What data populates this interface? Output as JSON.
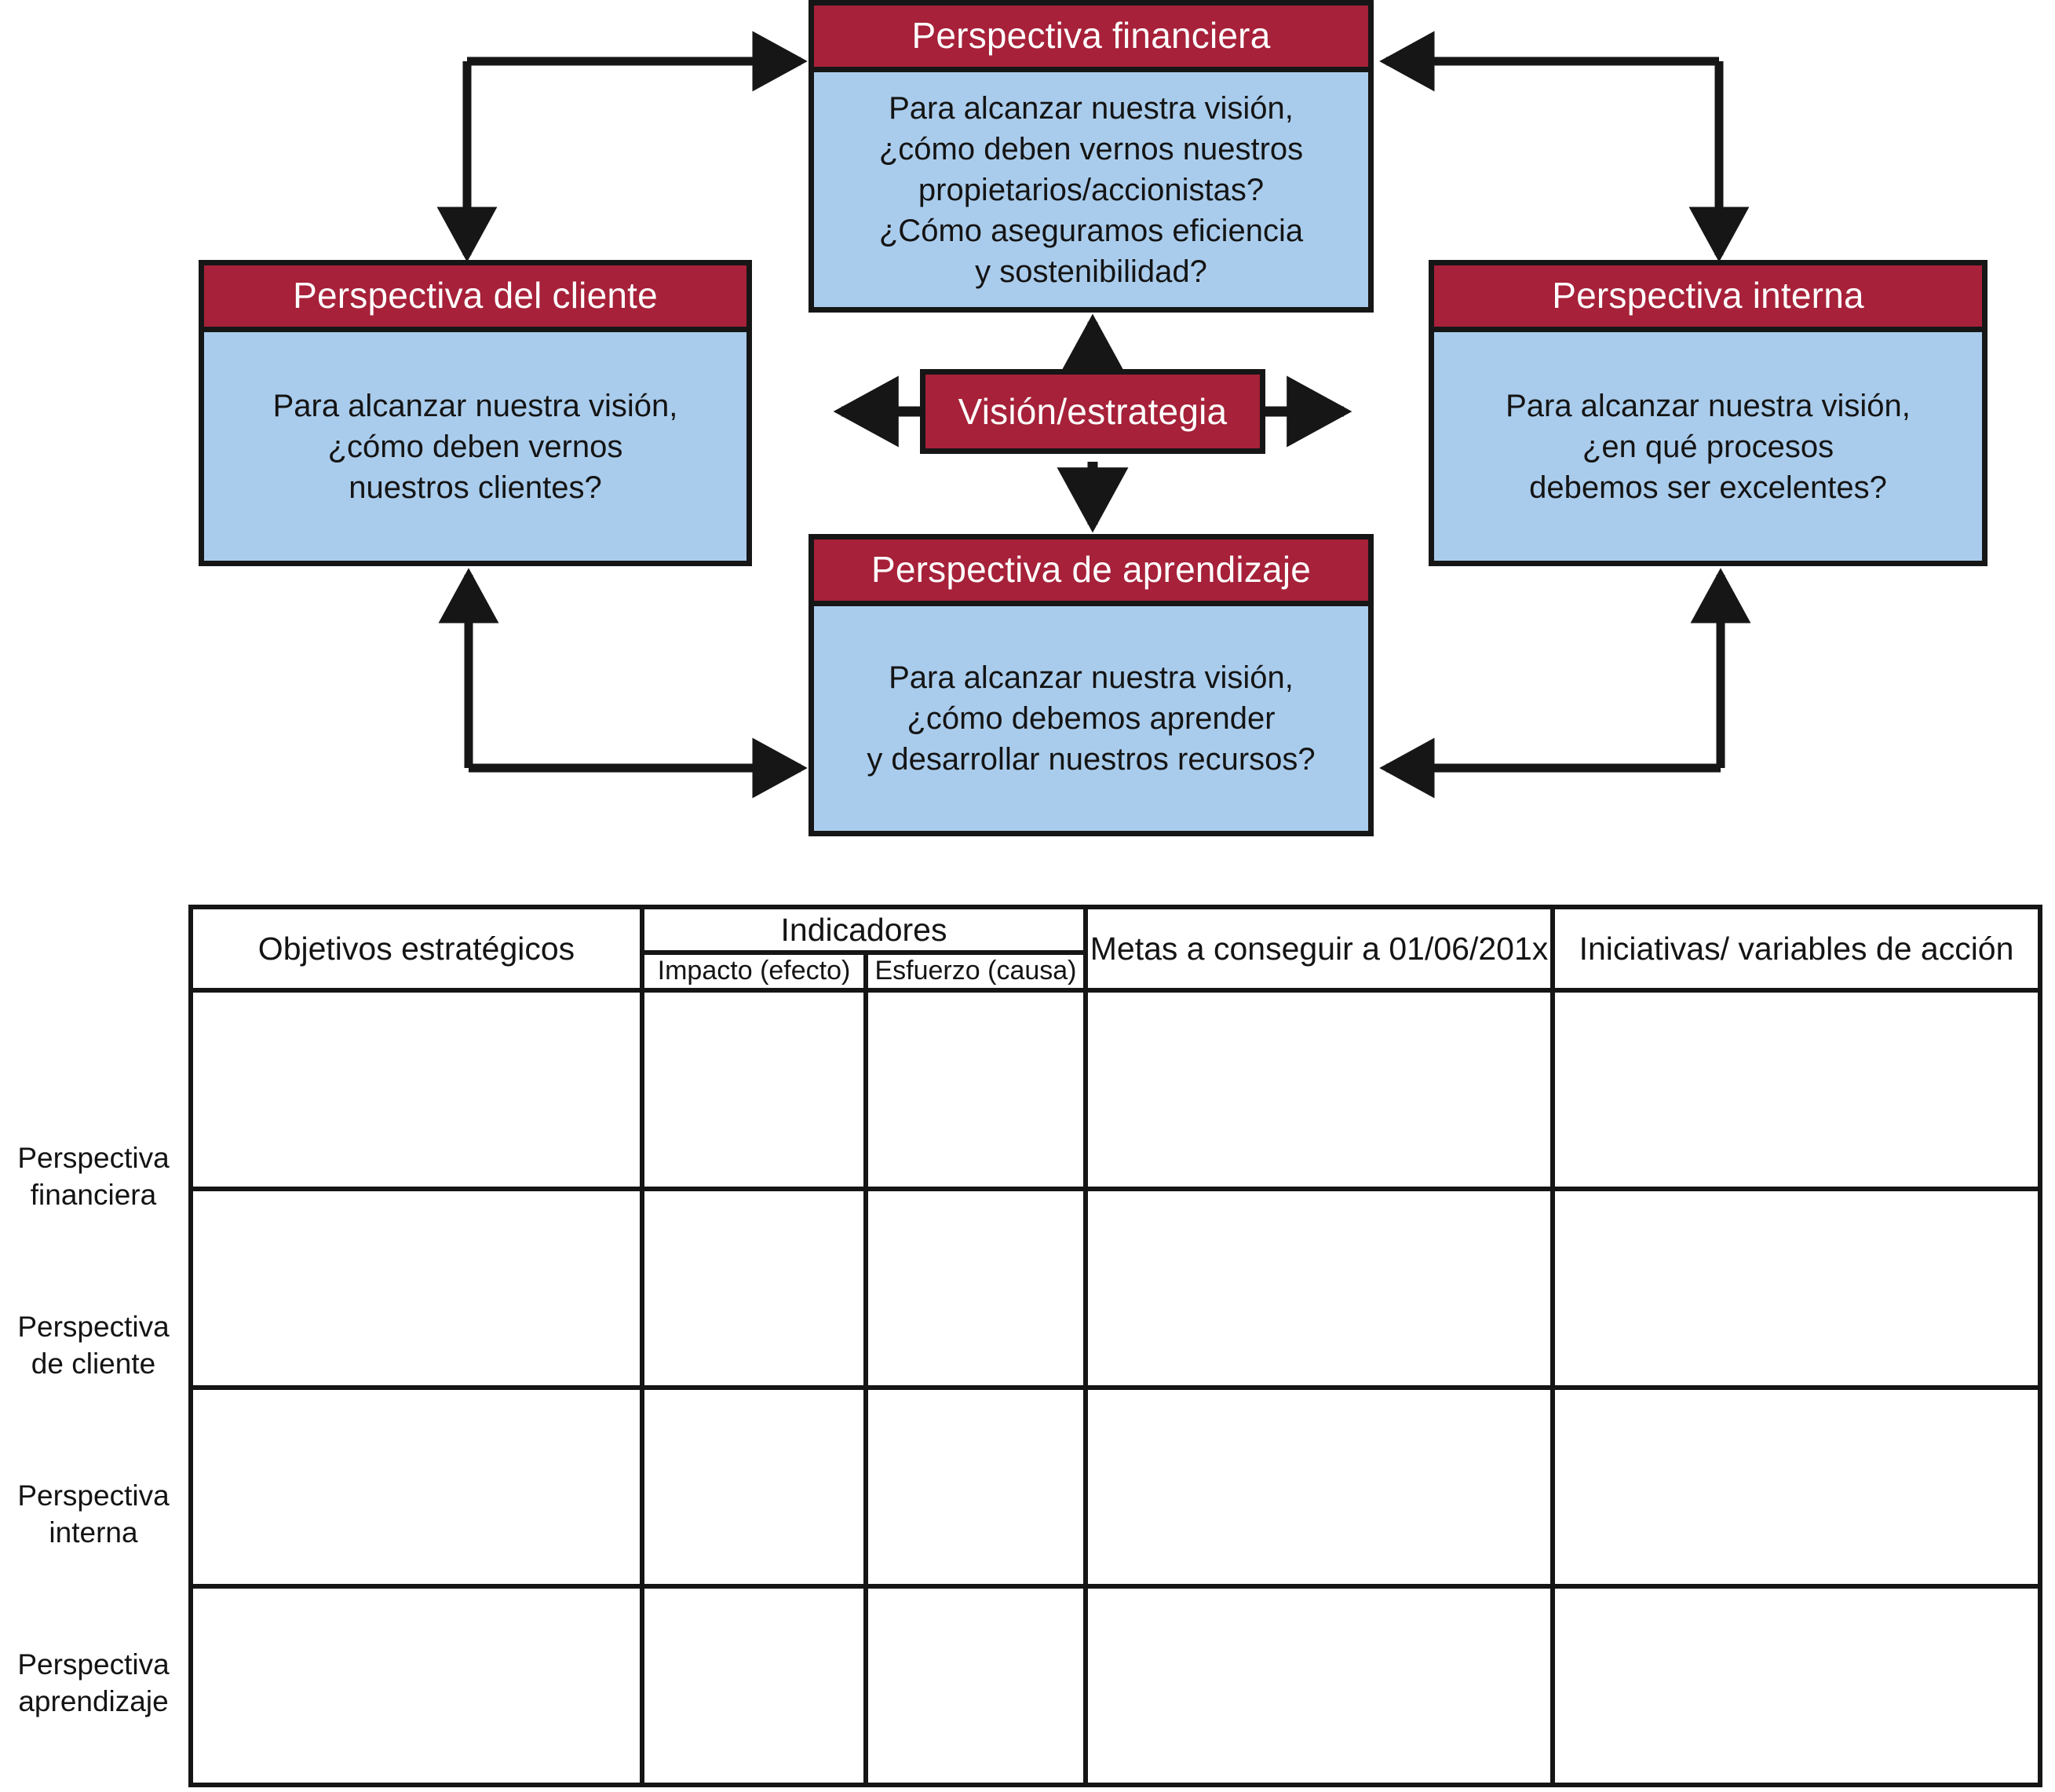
{
  "colors": {
    "header_red": "#a62139",
    "body_blue": "#aaccec",
    "outline_black": "#161616",
    "header_text": "#ffffff",
    "body_text": "#141414"
  },
  "diagram": {
    "type": "balanced-scorecard-strategy-map",
    "center": {
      "label": "Visión/estrategia"
    },
    "boxes": [
      {
        "id": "financiera",
        "title": "Perspectiva financiera",
        "lines": [
          "Para alcanzar nuestra visión,",
          "¿cómo deben vernos nuestros",
          "propietarios/accionistas?",
          "¿Cómo aseguramos eficiencia",
          "y sostenibilidad?"
        ]
      },
      {
        "id": "cliente",
        "title": "Perspectiva del cliente",
        "lines": [
          "Para alcanzar nuestra visión,",
          "¿cómo deben vernos",
          "nuestros clientes?"
        ]
      },
      {
        "id": "interna",
        "title": "Perspectiva interna",
        "lines": [
          "Para alcanzar nuestra visión,",
          "¿en qué procesos",
          "debemos ser excelentes?"
        ]
      },
      {
        "id": "aprendizaje",
        "title": "Perspectiva de aprendizaje",
        "lines": [
          "Para alcanzar nuestra visión,",
          "¿cómo debemos aprender",
          "y desarrollar nuestros recursos?"
        ]
      }
    ]
  },
  "scorecard": {
    "columns": [
      {
        "id": "objetivos",
        "label_lines": [
          "Objetivos",
          "estratégicos"
        ],
        "subcolumns": []
      },
      {
        "id": "indicadores",
        "label_lines": [
          "Indicadores"
        ],
        "subcolumns": [
          {
            "id": "impacto",
            "label_lines": [
              "Impacto",
              "(efecto)"
            ]
          },
          {
            "id": "esfuerzo",
            "label_lines": [
              "Esfuerzo",
              "(causa)"
            ]
          }
        ]
      },
      {
        "id": "metas",
        "label_lines": [
          "Metas",
          "a conseguir",
          "a 01/06/201x"
        ],
        "subcolumns": []
      },
      {
        "id": "iniciativas",
        "label_lines": [
          "Iniciativas/",
          "variables de acción"
        ],
        "subcolumns": []
      }
    ],
    "rows": [
      {
        "id": "financiera",
        "label_lines": [
          "Perspectiva",
          "financiera"
        ],
        "cells": [
          "",
          "",
          "",
          "",
          ""
        ]
      },
      {
        "id": "cliente",
        "label_lines": [
          "Perspectiva",
          "de cliente"
        ],
        "cells": [
          "",
          "",
          "",
          "",
          ""
        ]
      },
      {
        "id": "interna",
        "label_lines": [
          "Perspectiva",
          "interna"
        ],
        "cells": [
          "",
          "",
          "",
          "",
          ""
        ]
      },
      {
        "id": "aprendizaje",
        "label_lines": [
          "Perspectiva",
          "aprendizaje"
        ],
        "cells": [
          "",
          "",
          "",
          "",
          ""
        ]
      }
    ]
  }
}
